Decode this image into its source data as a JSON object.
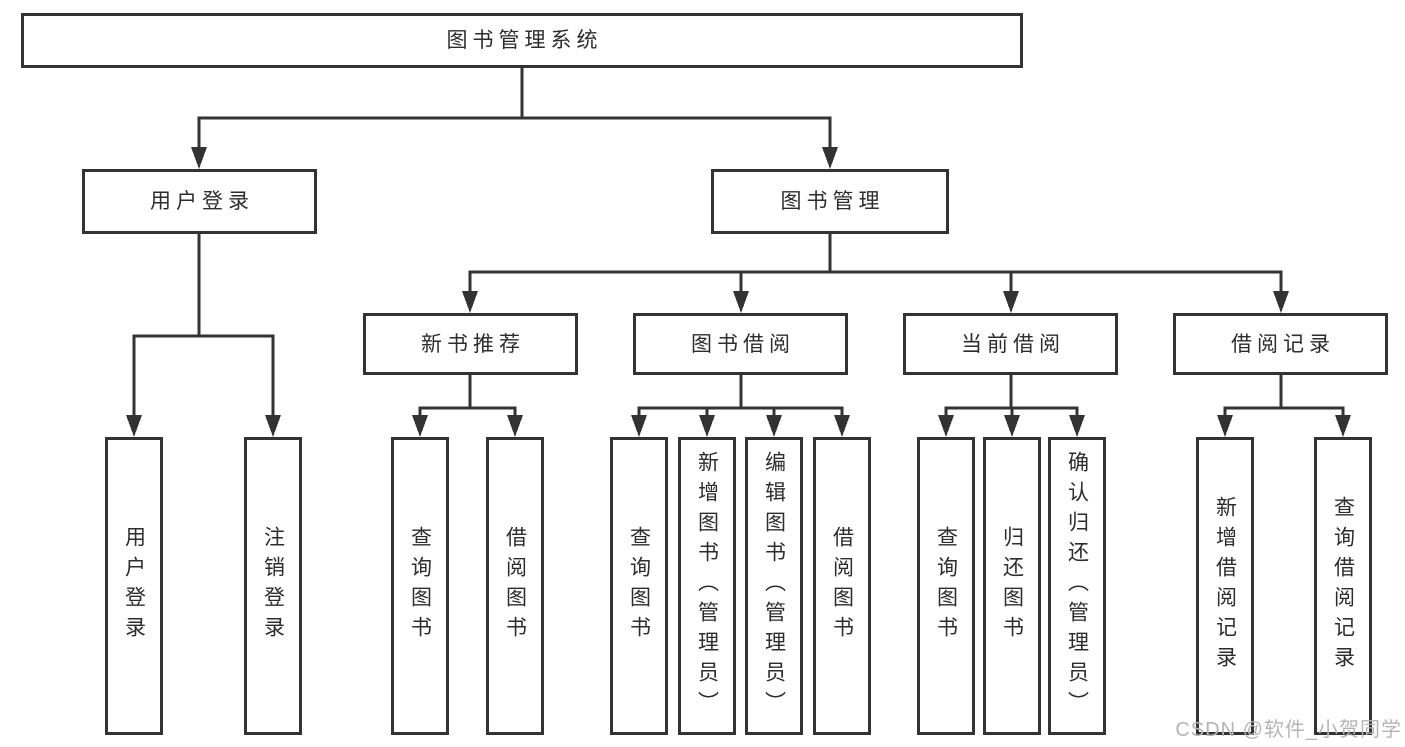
{
  "diagram": {
    "root": {
      "label": "图书管理系统"
    },
    "level2": [
      {
        "label": "用户登录"
      },
      {
        "label": "图书管理"
      }
    ],
    "level3": [
      {
        "label": "新书推荐"
      },
      {
        "label": "图书借阅"
      },
      {
        "label": "当前借阅"
      },
      {
        "label": "借阅记录"
      }
    ],
    "leaves": {
      "user_login": [
        "用户登录",
        "注销登录"
      ],
      "new_books": [
        "查询图书",
        "借阅图书"
      ],
      "book_borrow": [
        "查询图书",
        "新增图书（管理员）",
        "编辑图书（管理员）",
        "借阅图书"
      ],
      "current_borrow": [
        "查询图书",
        "归还图书",
        "确认归还（管理员）"
      ],
      "borrow_records": [
        "新增借阅记录",
        "查询借阅记录"
      ]
    }
  },
  "watermark": "CSDN @软件_小贺同学",
  "colors": {
    "line": "#333333",
    "text": "#2d2d2d",
    "watermark": "#b5b5b5",
    "background": "#ffffff"
  }
}
